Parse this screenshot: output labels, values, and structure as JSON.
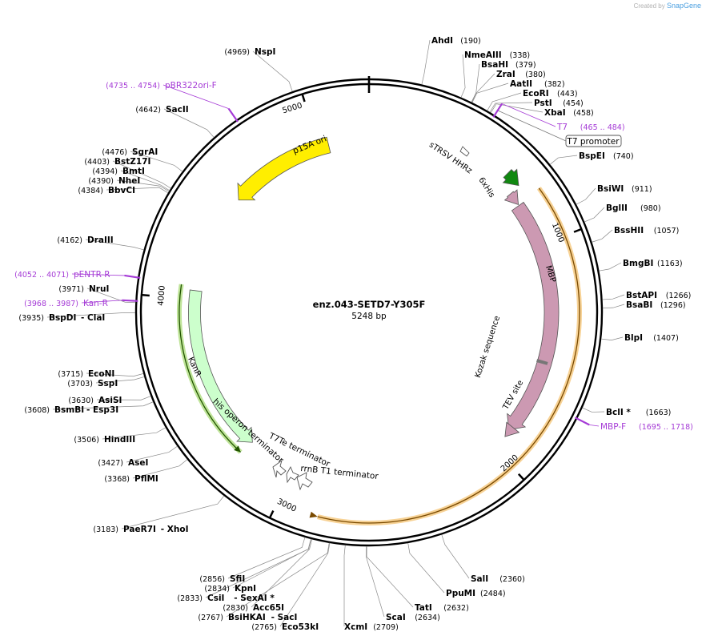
{
  "credit": {
    "prefix": "Created by",
    "brand": "SnapGene"
  },
  "plasmid": {
    "name": "enz.043-SETD7-Y305F",
    "length_label": "5248 bp",
    "length": 5248
  },
  "colors": {
    "ring": "#000000",
    "enzyme": "#000000",
    "primer": "#a53bd6",
    "p15a": "#ffee00",
    "mbp": "#cc99b2",
    "kanr": "#ccffcc",
    "cds_highlight": "#f5c77a",
    "kan_highlight": "#88cc44",
    "sTRSV": "#118811",
    "terminator": "#ffffff"
  },
  "ticks": [
    {
      "pos": 1000,
      "label": "1000"
    },
    {
      "pos": 2000,
      "label": "2000"
    },
    {
      "pos": 3000,
      "label": "3000"
    },
    {
      "pos": 4000,
      "label": "4000"
    },
    {
      "pos": 5000,
      "label": "5000"
    }
  ],
  "enzymes": [
    {
      "name": "AhdI",
      "pos_label": "(190)"
    },
    {
      "name": "NmeAIII",
      "pos_label": "(338)"
    },
    {
      "name": "BsaHI",
      "pos_label": "(379)"
    },
    {
      "name": "ZraI",
      "pos_label": "(380)"
    },
    {
      "name": "AatII",
      "pos_label": "(382)"
    },
    {
      "name": "EcoRI",
      "pos_label": "(443)"
    },
    {
      "name": "PstI",
      "pos_label": "(454)"
    },
    {
      "name": "XbaI",
      "pos_label": "(458)"
    },
    {
      "name": "BspEI",
      "pos_label": "(740)"
    },
    {
      "name": "BsiWI",
      "pos_label": "(911)"
    },
    {
      "name": "BglII",
      "pos_label": "(980)"
    },
    {
      "name": "BssHII",
      "pos_label": "(1057)"
    },
    {
      "name": "BmgBI",
      "pos_label": "(1163)"
    },
    {
      "name": "BstAPI",
      "pos_label": "(1266)"
    },
    {
      "name": "BsaBI",
      "pos_label": "(1296)"
    },
    {
      "name": "BlpI",
      "pos_label": "(1407)"
    },
    {
      "name": "BclI *",
      "pos_label": "(1663)"
    },
    {
      "name": "SalI",
      "pos_label": "(2360)"
    },
    {
      "name": "PpuMI",
      "pos_label": "(2484)"
    },
    {
      "name": "TatI",
      "pos_label": "(2632)"
    },
    {
      "name": "ScaI",
      "pos_label": "(2634)"
    },
    {
      "name": "XcmI",
      "pos_label": "(2709)"
    },
    {
      "name": "Eco53kI",
      "pos_label": "(2765)"
    },
    {
      "name": "BsiHKAI",
      "extra": "- SacI",
      "pos_label": "(2767)"
    },
    {
      "name": "Acc65I",
      "pos_label": "(2830)"
    },
    {
      "name": "CsiI",
      "extra": "- SexAI *",
      "pos_label": "(2833)"
    },
    {
      "name": "KpnI",
      "pos_label": "(2834)"
    },
    {
      "name": "SfiI",
      "pos_label": "(2856)"
    },
    {
      "name": "PaeR7I",
      "extra": "- XhoI",
      "pos_label": "(3183)"
    },
    {
      "name": "PflMI",
      "pos_label": "(3368)"
    },
    {
      "name": "AseI",
      "pos_label": "(3427)"
    },
    {
      "name": "HindIII",
      "pos_label": "(3506)"
    },
    {
      "name": "BsmBI",
      "extra": "- Esp3I",
      "pos_label": "(3608)"
    },
    {
      "name": "AsiSI",
      "pos_label": "(3630)"
    },
    {
      "name": "SspI",
      "pos_label": "(3703)"
    },
    {
      "name": "EcoNI",
      "pos_label": "(3715)"
    },
    {
      "name": "BspDI",
      "extra": "- ClaI",
      "pos_label": "(3935)"
    },
    {
      "name": "NruI",
      "pos_label": "(3971)"
    },
    {
      "name": "DraIII",
      "pos_label": "(4162)"
    },
    {
      "name": "BbvCI",
      "pos_label": "(4384)"
    },
    {
      "name": "NheI",
      "pos_label": "(4390)"
    },
    {
      "name": "BmtI",
      "pos_label": "(4394)"
    },
    {
      "name": "BstZ17I",
      "pos_label": "(4403)"
    },
    {
      "name": "SgrAI",
      "pos_label": "(4476)"
    },
    {
      "name": "SacII",
      "pos_label": "(4642)"
    },
    {
      "name": "NspI",
      "pos_label": "(4969)"
    }
  ],
  "primers": [
    {
      "name": "T7",
      "pos_label": "(465 .. 484)"
    },
    {
      "name": "MBP-F",
      "pos_label": "(1695 .. 1718)"
    },
    {
      "name": "pENTR-R",
      "pos_label": "(4052 .. 4071)"
    },
    {
      "name": "Kan-R",
      "pos_label": "(3968 .. 3987)"
    },
    {
      "name": "pBR322ori-F",
      "pos_label": "(4735 .. 4754)"
    }
  ],
  "features": [
    {
      "name": "p15A ori",
      "start": 4530,
      "end": 5050,
      "direction": "reverse",
      "color": "#ffee00"
    },
    {
      "name": "MBP",
      "start": 795,
      "end": 1895,
      "direction": "forward",
      "color": "#cc99b2"
    },
    {
      "name": "KanR",
      "start": 3235,
      "end": 4040,
      "direction": "reverse",
      "color": "#ccffcc"
    },
    {
      "name": "6xHis",
      "start": 740,
      "end": 770,
      "direction": "forward",
      "color": "#cc99b2"
    },
    {
      "name": "TEV site",
      "start": 1875,
      "end": 1905,
      "direction": "forward",
      "color": "#cc99b2"
    },
    {
      "name": "sTRSV HHRz",
      "start": 675,
      "end": 705,
      "direction": "forward",
      "color": "#118811"
    },
    {
      "name": "Kozak sequence",
      "start": 1540,
      "end": 1550,
      "direction": "none",
      "color": "#888888"
    },
    {
      "name": "T7 promoter",
      "pos_label": ""
    },
    {
      "name": "his operon terminator",
      "direction": "reverse"
    },
    {
      "name": "T7Te terminator",
      "direction": "reverse"
    },
    {
      "name": "rrnB T1 terminator",
      "direction": "reverse"
    }
  ]
}
